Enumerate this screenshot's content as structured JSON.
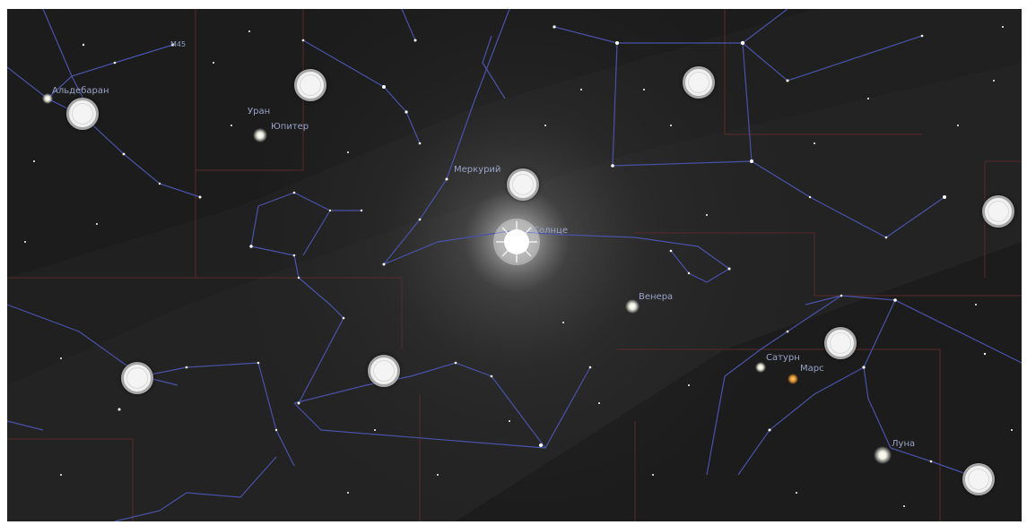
{
  "labels": {
    "aldebaran": "Альдебаран",
    "uranus": "Уран",
    "jupiter": "Юпитер",
    "mercury": "Меркурий",
    "sun": "Солнце",
    "venus": "Венера",
    "saturn": "Сатурн",
    "mars": "Марс",
    "moon": "Луна",
    "m45": "M45"
  },
  "colors": {
    "sky": "#1a1a1a",
    "constellation_lines": "#4a52a8",
    "boundaries": "#5a2a2a",
    "labels": "#9aa3c8",
    "mars": "#e89a3a"
  },
  "markers": [
    {
      "id": "marker-1"
    },
    {
      "id": "marker-2"
    },
    {
      "id": "marker-3"
    },
    {
      "id": "marker-4"
    },
    {
      "id": "marker-5"
    },
    {
      "id": "marker-6"
    },
    {
      "id": "marker-7"
    },
    {
      "id": "marker-8"
    },
    {
      "id": "marker-9"
    }
  ]
}
